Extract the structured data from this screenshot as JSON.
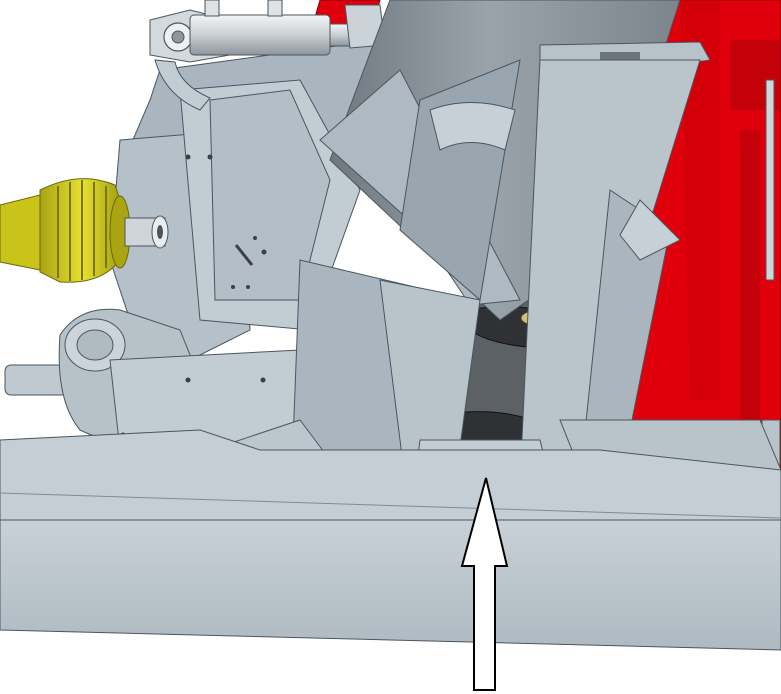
{
  "figure": {
    "kind": "technical-cad-render",
    "caption": ""
  },
  "palette": {
    "background": "#ffffff",
    "steel_light": "#c2ccd3",
    "steel_mid": "#a9b5bf",
    "steel_dark": "#7e8b96",
    "tube_gray": "#8f989f",
    "frame_red": "#e0000b",
    "frame_red_dark": "#b00008",
    "yellow_guard": "#d8d21a",
    "yellow_dark": "#8e8a10",
    "auger_dark": "#2f3134",
    "outline": "#4a5560",
    "arrow_stroke": "#000000",
    "arrow_fill": "#ffffff"
  },
  "components": {
    "base_beam": "base-beam",
    "auger_tube": "auger-tube",
    "auger_flighting": "auger-flighting",
    "red_frame": "red-frame",
    "pto_shield": "pto-shield",
    "gearbox": "gearbox",
    "hydraulic_cylinder": "hydraulic-cylinder",
    "indicator_arrow": "up-arrow-icon"
  }
}
